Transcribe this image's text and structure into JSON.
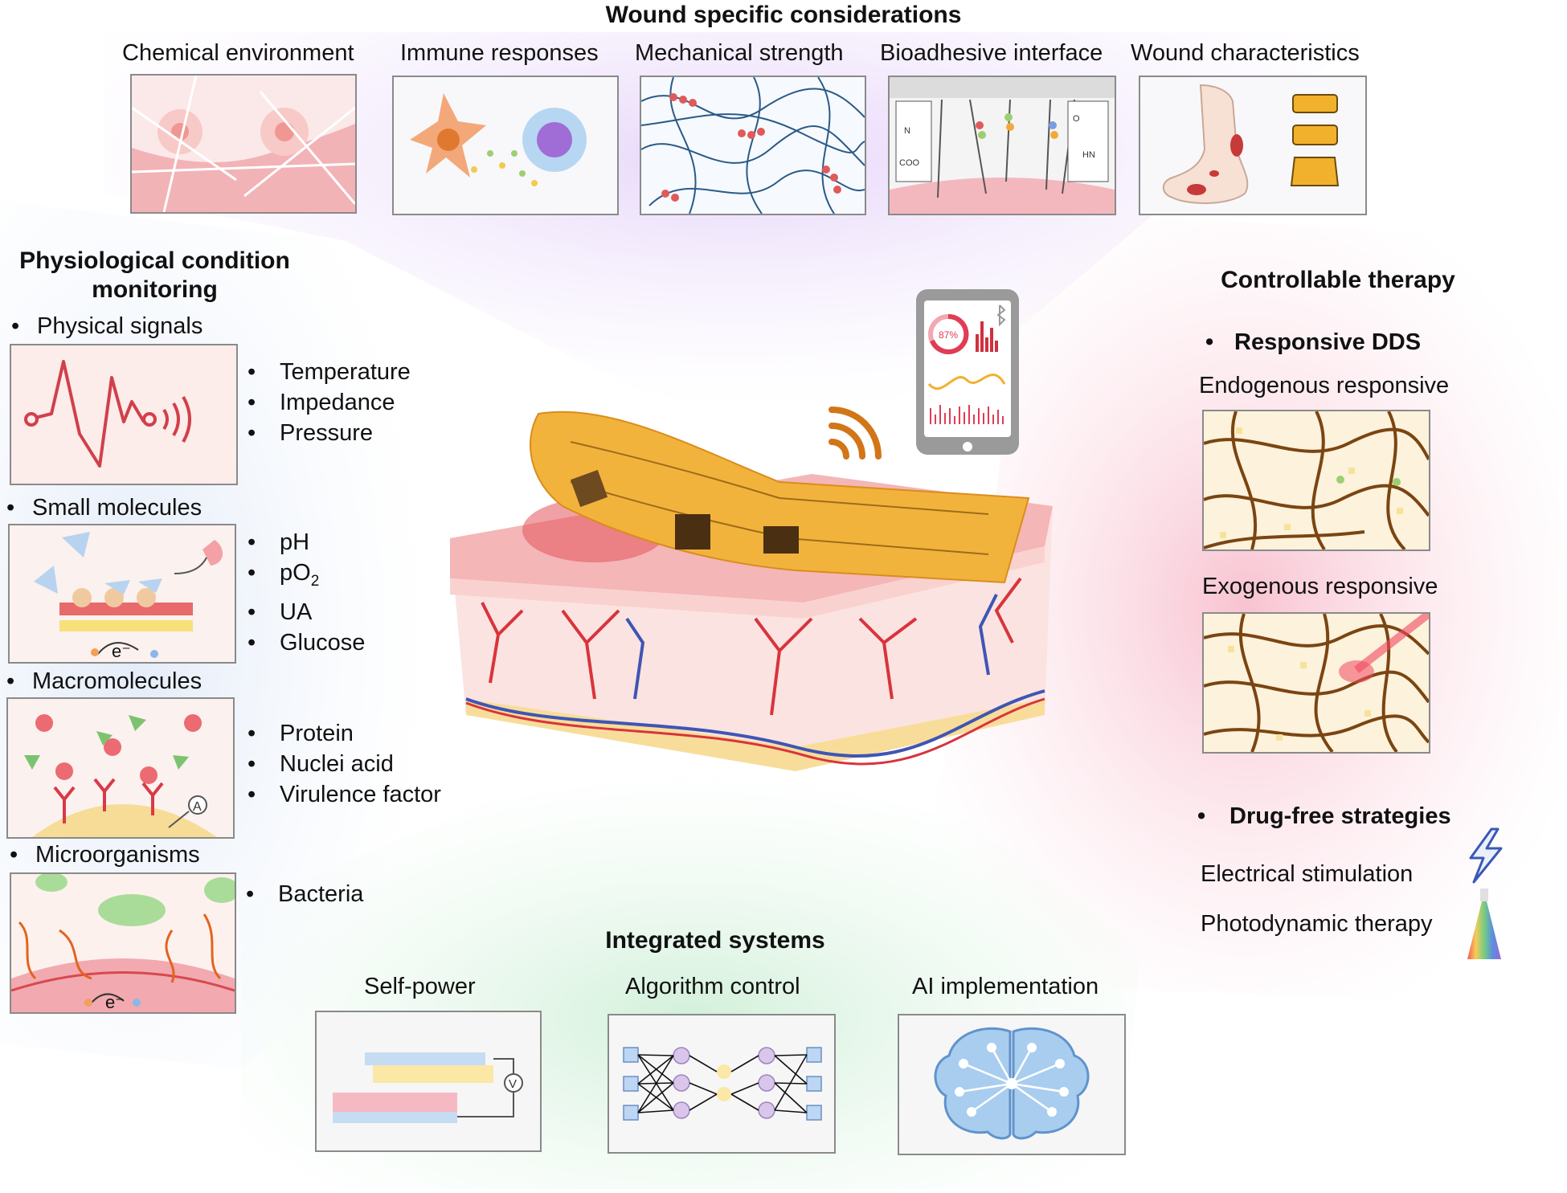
{
  "wound": {
    "title": "Wound specific considerations",
    "items": [
      "Chemical environment",
      "Immune responses",
      "Mechanical strength",
      "Bioadhesive interface",
      "Wound characteristics"
    ]
  },
  "monitoring": {
    "title_line1": "Physiological condition",
    "title_line2": "monitoring",
    "groups": [
      {
        "name": "Physical signals",
        "items": [
          "Temperature",
          "Impedance",
          "Pressure"
        ]
      },
      {
        "name": "Small molecules",
        "items": [
          "pH",
          "pO",
          "UA",
          "Glucose"
        ],
        "po2_sub": "2"
      },
      {
        "name": "Macromolecules",
        "items": [
          "Protein",
          "Nuclei acid",
          "Virulence factor"
        ]
      },
      {
        "name": "Microorganisms",
        "items": [
          "Bacteria"
        ]
      }
    ],
    "electron_label": "e⁻",
    "antibody_badge": "A"
  },
  "therapy": {
    "title": "Controllable therapy",
    "dds_label": "Responsive DDS",
    "endogenous": "Endogenous responsive",
    "exogenous": "Exogenous responsive",
    "drugfree_label": "Drug-free strategies",
    "electrical": "Electrical stimulation",
    "photodynamic": "Photodynamic therapy"
  },
  "integrated": {
    "title": "Integrated systems",
    "items": [
      "Self-power",
      "Algorithm control",
      "AI implementation"
    ],
    "voltmeter": "V"
  },
  "phone": {
    "gauge_text": "87%"
  },
  "colors": {
    "purple_zone": "#efe4fb",
    "pink_zone": "#fbd9e2",
    "green_zone": "#e3f6e8",
    "blue_zone": "#e9f0fb",
    "patch": "#f2b33d",
    "vessel_red": "#d8343c",
    "vessel_blue": "#3f55b5"
  }
}
